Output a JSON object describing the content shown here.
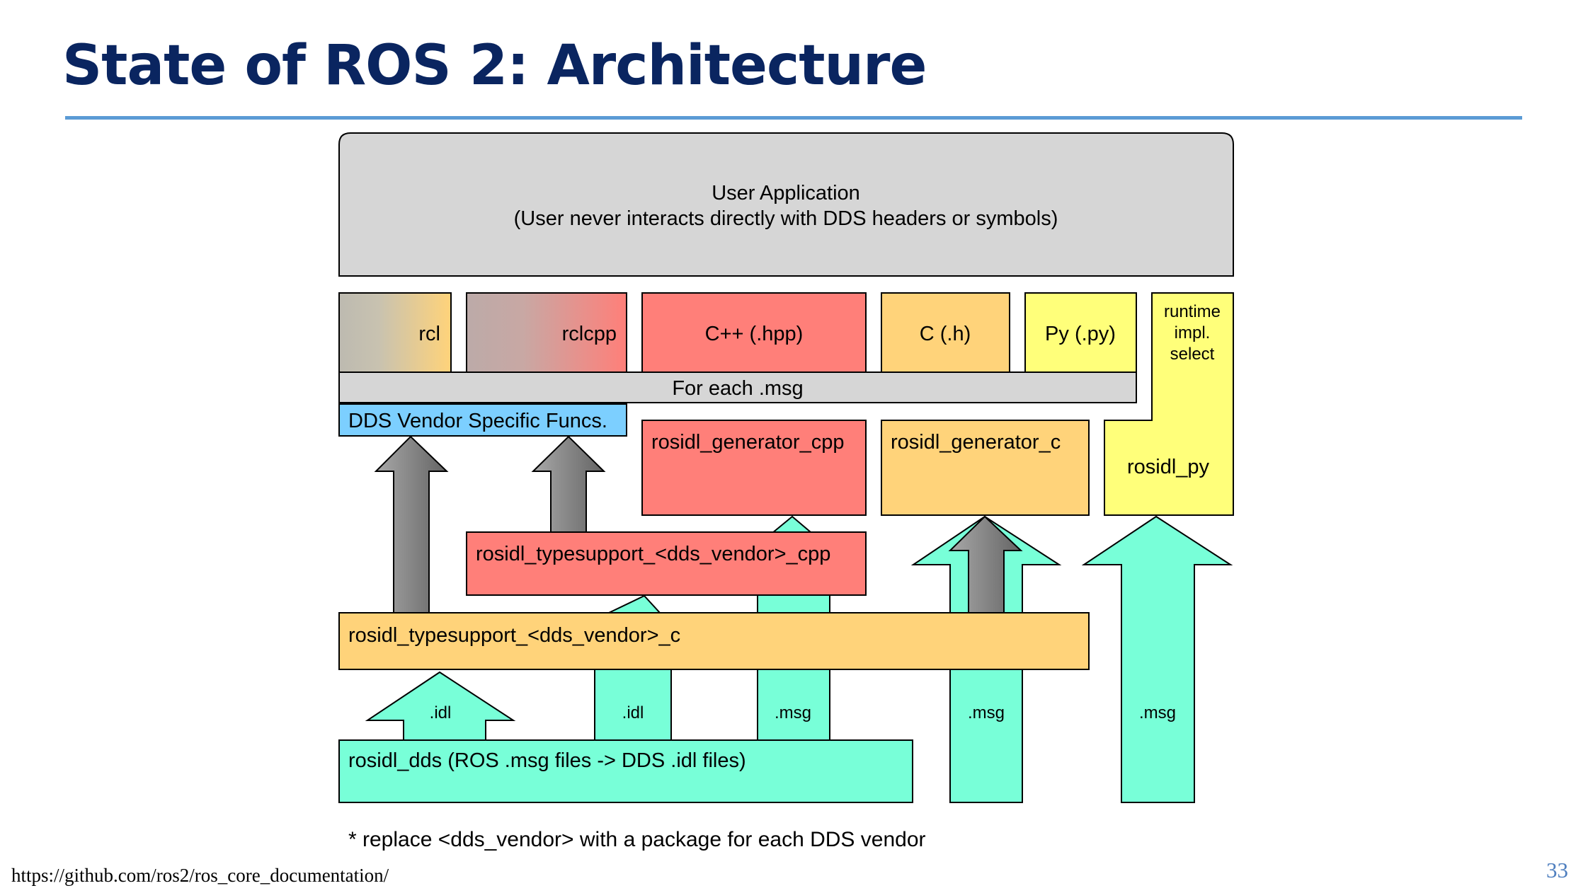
{
  "slide": {
    "title": "State of ROS 2: Architecture",
    "source_url": "https://github.com/ros2/ros_core_documentation/",
    "page_number": "33",
    "footnote": "* replace <dds_vendor> with a package for each DDS vendor"
  },
  "diagram": {
    "user_app": {
      "line1": "User Application",
      "line2": "(User never interacts directly with DDS headers or symbols)"
    },
    "apis": {
      "rcl": "rcl",
      "rclcpp": "rclcpp",
      "cpp": "C++ (.hpp)",
      "c": "C (.h)",
      "py": "Py (.py)",
      "runtime": [
        "runtime",
        "impl.",
        "select"
      ]
    },
    "for_each": "For each .msg",
    "vendor_funcs": "DDS Vendor Specific Funcs.",
    "gen_cpp": "rosidl_generator_cpp",
    "gen_c": "rosidl_generator_c",
    "rosidl_py": "rosidl_py",
    "ts_cpp": "rosidl_typesupport_<dds_vendor>_cpp",
    "ts_c": "rosidl_typesupport_<dds_vendor>_c",
    "rosidl_dds": "rosidl_dds (ROS .msg files -> DDS .idl files)",
    "arrow_labels": {
      "idl_left": ".idl",
      "idl_mid": ".idl",
      "msg_1": ".msg",
      "msg_2": ".msg",
      "msg_3": ".msg"
    },
    "colors": {
      "gray_box": "#d6d6d6",
      "red_box": "#ff7f79",
      "orange_box": "#ffd37a",
      "yellow_box": "#ffff7a",
      "blue_box": "#7ccfff",
      "teal_arrow": "#78ffd8",
      "gray_arrow": "#8a8a8a"
    }
  }
}
